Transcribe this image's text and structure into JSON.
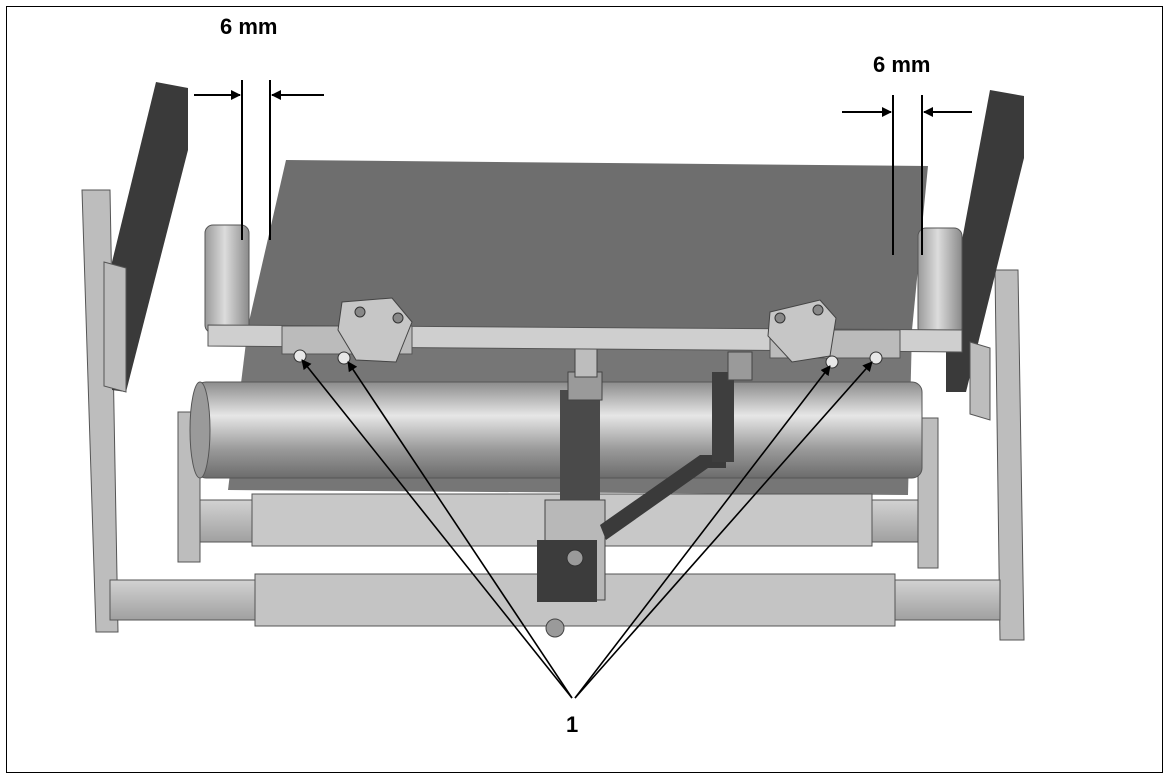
{
  "labels": {
    "dimension_left": "6 mm",
    "dimension_right": "6 mm",
    "callout_number": "1"
  },
  "colors": {
    "frame_border": "#000000",
    "belt": "#6e6e6e",
    "metal_light": "#c8c8c8",
    "metal_mid": "#a8a8a8",
    "metal_dark": "#3a3a3a",
    "line": "#000000"
  }
}
